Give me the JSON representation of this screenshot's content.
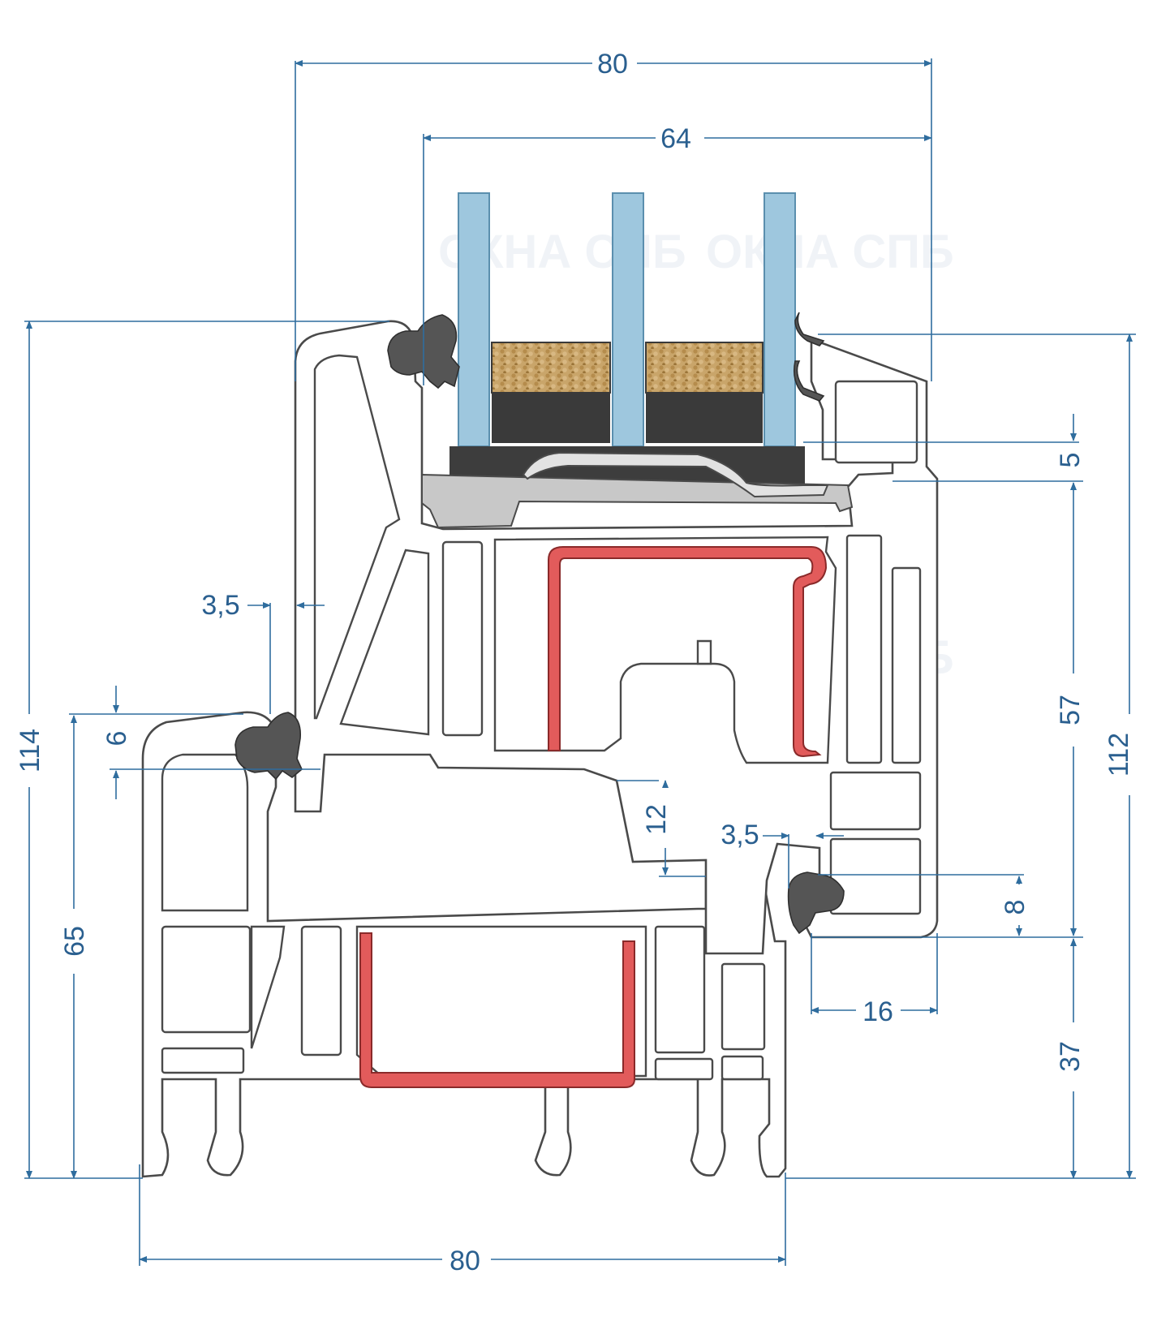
{
  "watermark": {
    "text": "ОКНА СПБ"
  },
  "colors": {
    "dimension": "#2f6d9e",
    "profile_stroke": "#4a4a4a",
    "profile_fill": "#ffffff",
    "glass": "#9ec7de",
    "spacer": "#3a3a3a",
    "desiccant": "#c9a56a",
    "reinforcement": "#e25b5b",
    "gasket": "#555555",
    "bead_base": "#3d3d3d",
    "bead_clip": "#c8c8c8"
  },
  "dimensions": {
    "top_width": "80",
    "glass_width": "64",
    "left_height_total": "114",
    "left_height_frame": "65",
    "left_gasket_offset": "6",
    "left_wall_upper": "3,5",
    "center_gap": "12",
    "center_wall": "3,5",
    "right_height_total": "112",
    "right_height_sash": "57",
    "right_bead_offset": "5",
    "right_lower_offset": "37",
    "right_gasket": "8",
    "overlap": "16",
    "bottom_width": "80"
  }
}
